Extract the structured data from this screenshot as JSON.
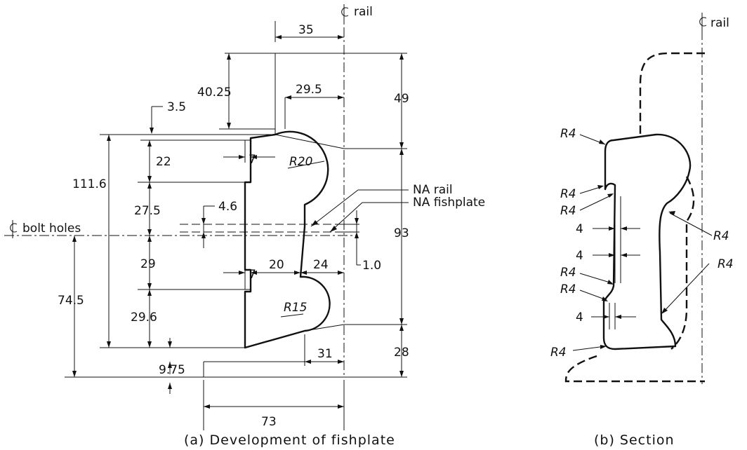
{
  "labels": {
    "cl_rail_a": "rail",
    "cl_rail_b": "rail",
    "cl_bolt_holes": "bolt holes",
    "na_rail": "NA rail",
    "na_fishplate": "NA fishplate"
  },
  "dimensions": {
    "d35": "35",
    "d40_25": "40.25",
    "d29_5": "29.5",
    "d49": "49",
    "d3_5": "3.5",
    "d111_6": "111.6",
    "d22": "22",
    "d7_top": "7",
    "r20": "R20",
    "d27_5": "27.5",
    "d4_6": "4.6",
    "d93": "93",
    "d29": "29",
    "d7_bot": "7",
    "d20": "20",
    "d24": "24",
    "d1_0": "1.0",
    "d74_5": "74.5",
    "d29_6": "29.6",
    "r15": "R15",
    "d31": "31",
    "d28": "28",
    "d9_75": "9.75",
    "d73": "73"
  },
  "section_labels": {
    "r4_1": "R4",
    "r4_2": "R4",
    "r4_3": "R4",
    "r4_4": "R4",
    "r4_5": "R4",
    "r4_6": "R4",
    "r4_7": "R4",
    "r4_8": "R4",
    "t4_1": "4",
    "t4_2": "4",
    "t4_3": "4"
  },
  "captions": {
    "a": "(a) Development of fishplate",
    "b": "(b) Section"
  }
}
